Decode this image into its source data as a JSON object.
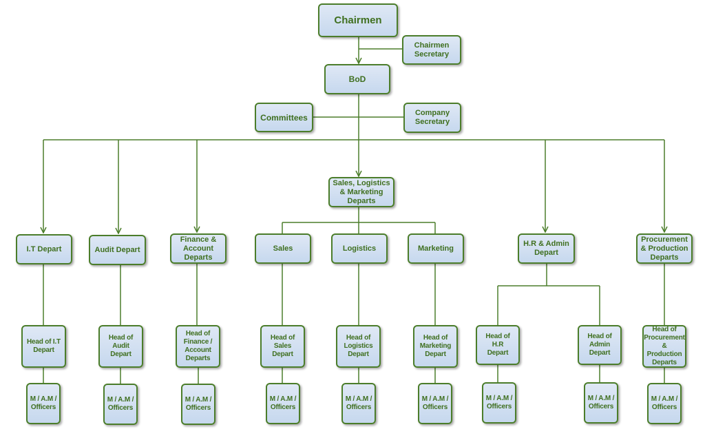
{
  "org_chart": {
    "chairmen": "Chairmen",
    "chairmen_secretary": "Chairmen\nSecretary",
    "bod": "BoD",
    "committees": "Committees",
    "company_secretary": "Company\nSecretary",
    "sales_group": "Sales, Logistics\n& Marketing\nDeparts",
    "departments": {
      "it": "I.T Depart",
      "audit": "Audit Depart",
      "finance": "Finance &\nAccount\nDeparts",
      "sales": "Sales",
      "logistics": "Logistics",
      "marketing": "Marketing",
      "hr": "H.R & Admin\nDepart",
      "procurement": "Procurement\n& Production\nDeparts"
    },
    "heads": {
      "it": "Head of I.T\nDepart",
      "audit": "Head of Audit\nDepart",
      "finance": "Head of\nFinance /\nAccount\nDeparts",
      "sales": "Head of\nSales Depart",
      "logistics": "Head of\nLogistics\nDepart",
      "marketing": "Head of\nMarketing\nDepart",
      "hr": "Head of H.R\nDepart",
      "admin": "Head of\nAdmin Depart",
      "procurement": "Head of\nProcurement\n& Production\nDeparts"
    },
    "officers_label": "M / A.M /\nOfficers"
  },
  "colors": {
    "box_fill_top": "#dfe8f5",
    "box_fill_bottom": "#c6d8ee",
    "border": "#4b7d2a",
    "line": "#4b7d2a",
    "text": "#3f6f1f"
  }
}
